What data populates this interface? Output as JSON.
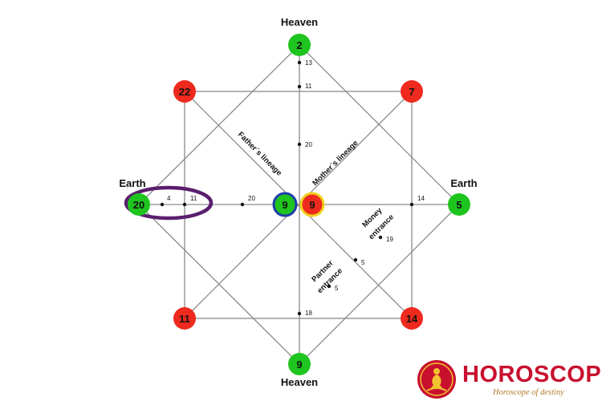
{
  "labels": {
    "heaven_top": "Heaven",
    "heaven_bottom": "Heaven",
    "earth_left": "Earth",
    "earth_right": "Earth",
    "fathers_lineage": "Father´s lineage",
    "mothers_lineage": "Mother´s lineage",
    "money_entrance_1": "Money",
    "money_entrance_2": "entrance",
    "partner_entrance_1": "Partner",
    "partner_entrance_2": "entrance"
  },
  "nodes": {
    "top": "2",
    "bottom": "9",
    "left": "20",
    "right": "5",
    "top_left": "22",
    "top_right": "7",
    "bottom_left": "11",
    "bottom_right": "14",
    "center_left": "9",
    "center_right": "9"
  },
  "points": {
    "v_13": "13",
    "v_11": "11",
    "v_20": "20",
    "h_4": "4",
    "h_11": "11",
    "h_20": "20",
    "h_14": "14",
    "money_19": "19",
    "money_5": "5",
    "partner_5": "5",
    "v_18": "18"
  },
  "colors": {
    "green": "#1fc51f",
    "red": "#ee2a1e",
    "blue_ring": "#1e3ea8",
    "yellow_ring": "#f0d21c",
    "purple_highlight": "#5a1f6e"
  },
  "logo": {
    "title": "HOROSCOPE",
    "tagline": "Horoscope of destiny"
  }
}
